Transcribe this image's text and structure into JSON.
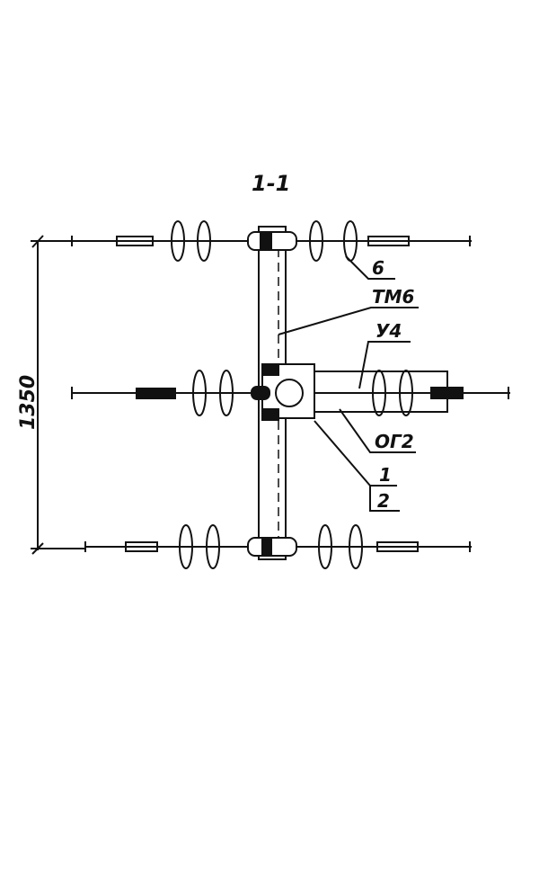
{
  "drawing": {
    "section_title": "1-1",
    "dimension": "1350",
    "callouts": {
      "item_6": "6",
      "item_tm6": "ТМ6",
      "item_u4": "У4",
      "item_og2": "ОГ2",
      "item_1": "1",
      "item_2": "2"
    }
  }
}
